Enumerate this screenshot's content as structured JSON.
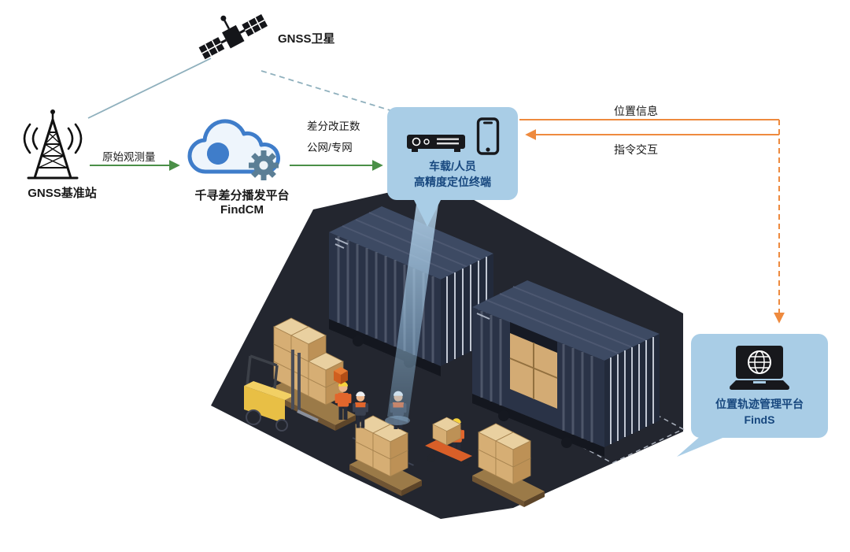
{
  "diagram": {
    "satellite": {
      "label": "GNSS卫星"
    },
    "base_station": {
      "label": "GNSS基准站"
    },
    "cloud": {
      "title": "千寻差分播发平台",
      "product": "FindCM"
    },
    "terminal": {
      "line1": "车载/人员",
      "line2": "高精度定位终端"
    },
    "platform": {
      "title": "位置轨迹管理平台",
      "product": "FindS"
    },
    "edges": {
      "raw_obs": "原始观测量",
      "corr1": "差分改正数",
      "corr2": "公网/专网",
      "pos_info": "位置信息",
      "cmd": "指令交互"
    },
    "colors": {
      "bubble": "#A9CDE6",
      "bubble_text": "#17477E",
      "cloud_blue": "#3F7DCA",
      "gear": "#5B7E95",
      "green_arrow": "#4A8F47",
      "orange_arrow": "#EE8A3E",
      "link_line": "#8FB0BD",
      "ground": "#23262F",
      "container": "#2A3347",
      "crate": "#D8B176",
      "forklift": "#E8BF45",
      "beam": "#9FC8E8"
    }
  }
}
